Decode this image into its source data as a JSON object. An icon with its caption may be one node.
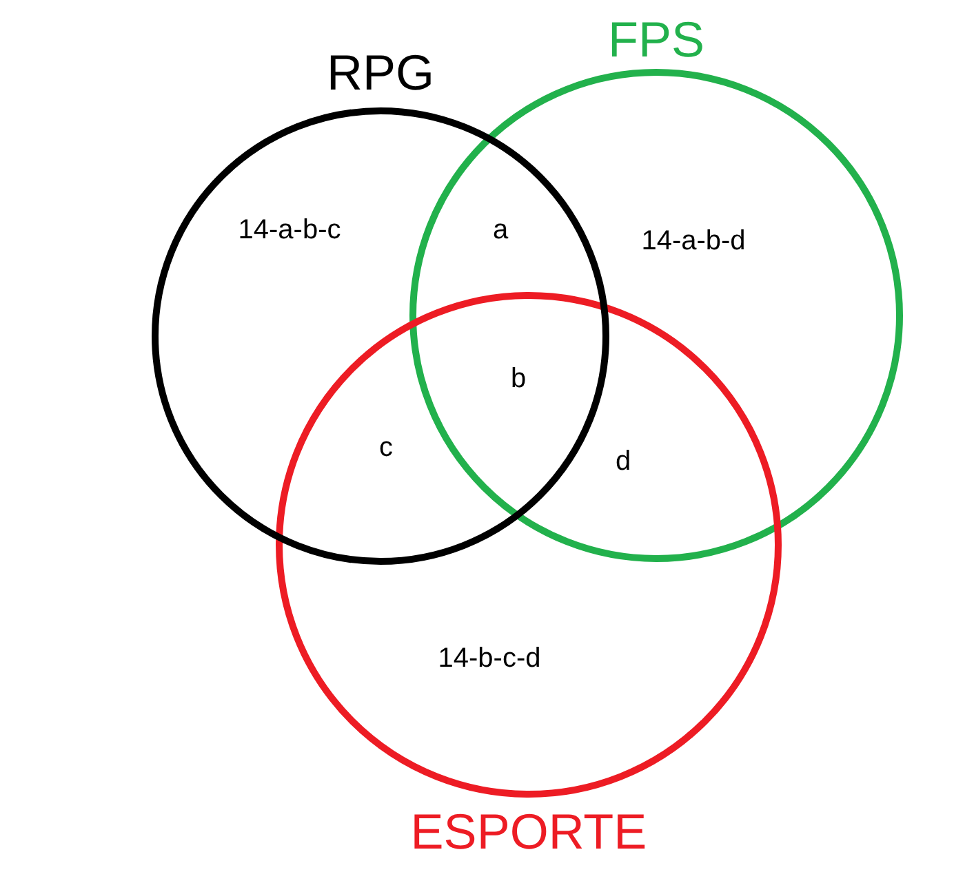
{
  "diagram": {
    "nodes": [
      {
        "text": [
          "RPG"
        ]
      },
      {
        "text": [
          "FPS"
        ]
      },
      {
        "text": [
          "ESPORTE"
        ]
      }
    ],
    "labels": [
      "14-a-b-c",
      "a",
      "14-a-b-d",
      "b",
      "c",
      "d",
      "14-b-c-d"
    ]
  }
}
